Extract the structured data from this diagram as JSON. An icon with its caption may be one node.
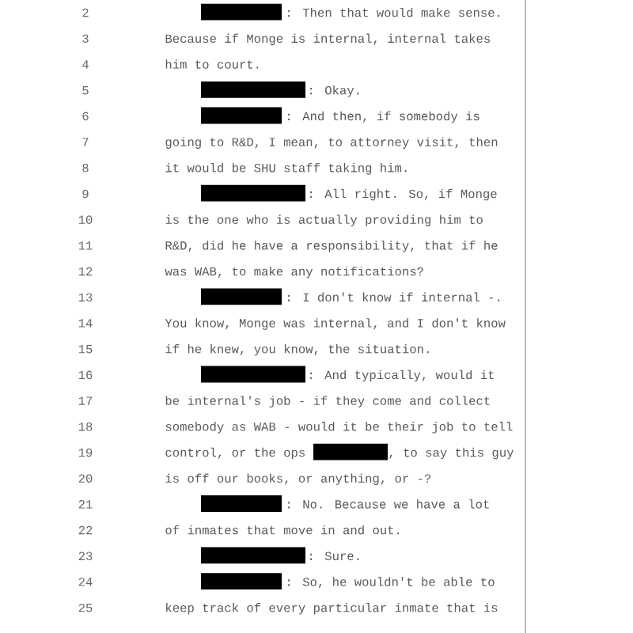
{
  "diagram": {
    "labels": [
      "2",
      ":  Then that would make sense.",
      "3",
      "Because if Monge is internal, internal takes",
      "4",
      "him to court.",
      "5",
      ":  Okay.",
      "6",
      ":  And then, if somebody is",
      "7",
      "going to R&D, I mean, to attorney visit, then",
      "8",
      "it would be SHU staff taking him.",
      "9",
      ":  All right.  So, if Monge",
      "10",
      "is the one who is actually providing him to",
      "11",
      "R&D, did he have a responsibility, that if he",
      "12",
      "was WAB, to make any notifications?",
      "13",
      ":  I don't know if internal -.",
      "14",
      "You know, Monge was internal, and I don't know",
      "15",
      "if he knew, you know, the situation.",
      "16",
      ":  And typically, would it",
      "17",
      "be internal's job - if they come and collect",
      "18",
      "somebody as WAB - would it be their job to tell",
      "19",
      "control, or the ops",
      ", to say this guy",
      "20",
      "is off our books, or anything, or -?",
      "21",
      ":  No.  Because we have a lot",
      "22",
      "of inmates that move in and out.",
      "23",
      ":  Sure.",
      "24",
      ":  So, he wouldn't be able to",
      "25",
      "keep track of every particular inmate that is"
    ]
  }
}
